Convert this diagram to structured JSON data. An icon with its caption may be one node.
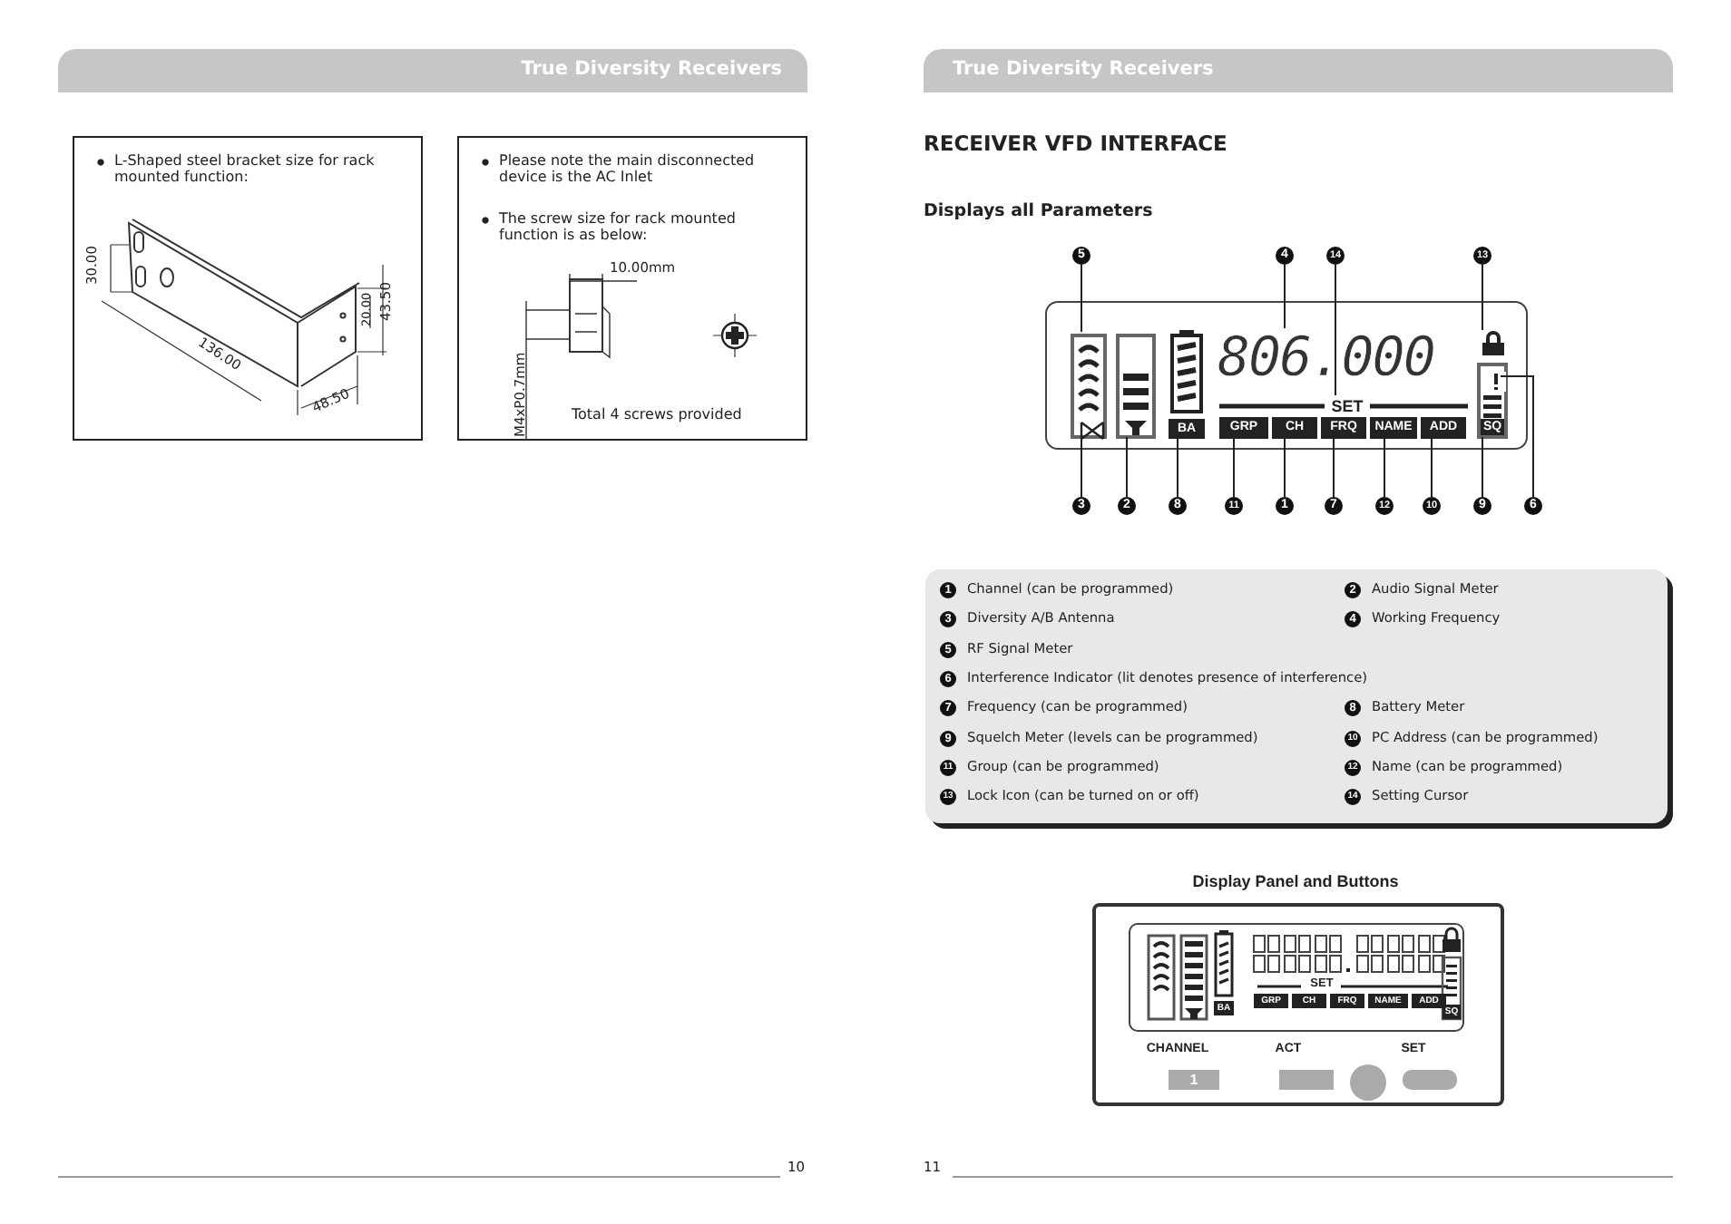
{
  "diagram": {
    "title": "RECEIVER VFD INTERFACE",
    "nodes": [
      {
        "text": [
          "True Diversity Receivers"
        ]
      },
      {
        "text": [
          "True Diversity Receivers"
        ]
      },
      {
        "text": [
          "L-Shaped steel bracket size for rack mounted function:"
        ]
      },
      {
        "text": [
          "Please note the main disconnected device is the AC Inlet",
          "The screw size for rack mounted function is as below:",
          "Total 4 screws provided"
        ]
      },
      {
        "text": [],
        "shape": "box"
      },
      {
        "text": [],
        "shape": "bar",
        "in": 4
      },
      {
        "text": [],
        "shape": "antenna",
        "in": 5
      },
      {
        "text": [],
        "shape": "bar",
        "in": 4
      },
      {
        "text": [
          "BA"
        ],
        "in": 4
      },
      {
        "text": [
          "806.000"
        ],
        "in": 4
      },
      {
        "text": [
          "SET"
        ],
        "in": 4
      },
      {
        "text": [
          "GRP"
        ],
        "in": 4
      },
      {
        "text": [
          "CH"
        ],
        "in": 4
      },
      {
        "text": [
          "FRQ"
        ],
        "in": 4
      },
      {
        "text": [
          "NAME"
        ],
        "in": 4
      },
      {
        "text": [
          "ADD"
        ],
        "in": 4
      },
      {
        "text": [],
        "shape": "lock",
        "in": 4
      },
      {
        "text": [
          "SQ"
        ],
        "in": 4
      },
      {
        "text": [],
        "shape": "bar",
        "in": 17
      },
      {
        "text": [
          "5"
        ]
      },
      {
        "text": [
          "4"
        ]
      },
      {
        "text": [
          "14"
        ]
      },
      {
        "text": [
          "13"
        ]
      },
      {
        "text": [
          "3"
        ]
      },
      {
        "text": [
          "2"
        ]
      },
      {
        "text": [
          "8"
        ]
      },
      {
        "text": [
          "11"
        ]
      },
      {
        "text": [
          "1"
        ]
      },
      {
        "text": [
          "7"
        ]
      },
      {
        "text": [
          "12"
        ]
      },
      {
        "text": [
          "10"
        ]
      },
      {
        "text": [
          "9"
        ]
      },
      {
        "text": [
          "6"
        ]
      },
      {
        "text": [
          "1",
          "Channel (can be programmed)",
          "2",
          "Audio Signal Meter",
          "3",
          "Diversity A/B Antenna",
          "4",
          "Working Frequency",
          "5",
          "RF Signal Meter",
          "6",
          "Interference Indicator (lit denotes presence of interference)",
          "7",
          "Frequency (can be programmed)",
          "8",
          "Battery Meter",
          "9",
          "Squelch Meter (levels can be programmed)",
          "10",
          "PC Address (can be programmed)",
          "11",
          "Group (can be programmed)",
          "12",
          "Name (can be programmed)",
          "13",
          "Lock Icon (can be turned on or off)",
          "14",
          "Setting Cursor"
        ]
      },
      {
        "text": [
          "Display Panel and Buttons",
          "CHANNEL",
          "ACT",
          "SET"
        ]
      },
      {
        "text": [
          "SET",
          "BA",
          "GRP",
          "CH",
          "FRQ",
          "NAME",
          "ADD",
          "SQ"
        ],
        "in": 34
      },
      {
        "text": [
          "1"
        ],
        "in": 34
      },
      {
        "text": [],
        "shape": "box",
        "in": 34
      },
      {
        "text": [],
        "shape": "circle",
        "in": 34
      },
      {
        "text": [],
        "shape": "box",
        "in": 34
      }
    ],
    "edges": [
      {
        "from": 19,
        "to": 5,
        "arrow": "none"
      },
      {
        "from": 20,
        "to": 9,
        "arrow": "none"
      },
      {
        "from": 21,
        "to": 10,
        "arrow": "none"
      },
      {
        "from": 22,
        "to": 16,
        "arrow": "none"
      },
      {
        "from": 23,
        "to": 6,
        "arrow": "none"
      },
      {
        "from": 24,
        "to": 7,
        "arrow": "none"
      },
      {
        "from": 25,
        "to": 8,
        "arrow": "none"
      },
      {
        "from": 26,
        "to": 11,
        "arrow": "none"
      },
      {
        "from": 27,
        "to": 12,
        "arrow": "none"
      },
      {
        "from": 28,
        "to": 13,
        "arrow": "none"
      },
      {
        "from": 29,
        "to": 14,
        "arrow": "none"
      },
      {
        "from": 30,
        "to": 15,
        "arrow": "none"
      },
      {
        "from": 31,
        "to": 17,
        "arrow": "none"
      },
      {
        "from": 32,
        "to": 18,
        "arrow": "none"
      }
    ],
    "labels": [
      "30.00",
      "20.00",
      "43.50",
      "136.00",
      "48.50",
      "10.00mm",
      "M4xP0.7mm",
      "Displays all Parameters",
      "10",
      "11"
    ]
  }
}
